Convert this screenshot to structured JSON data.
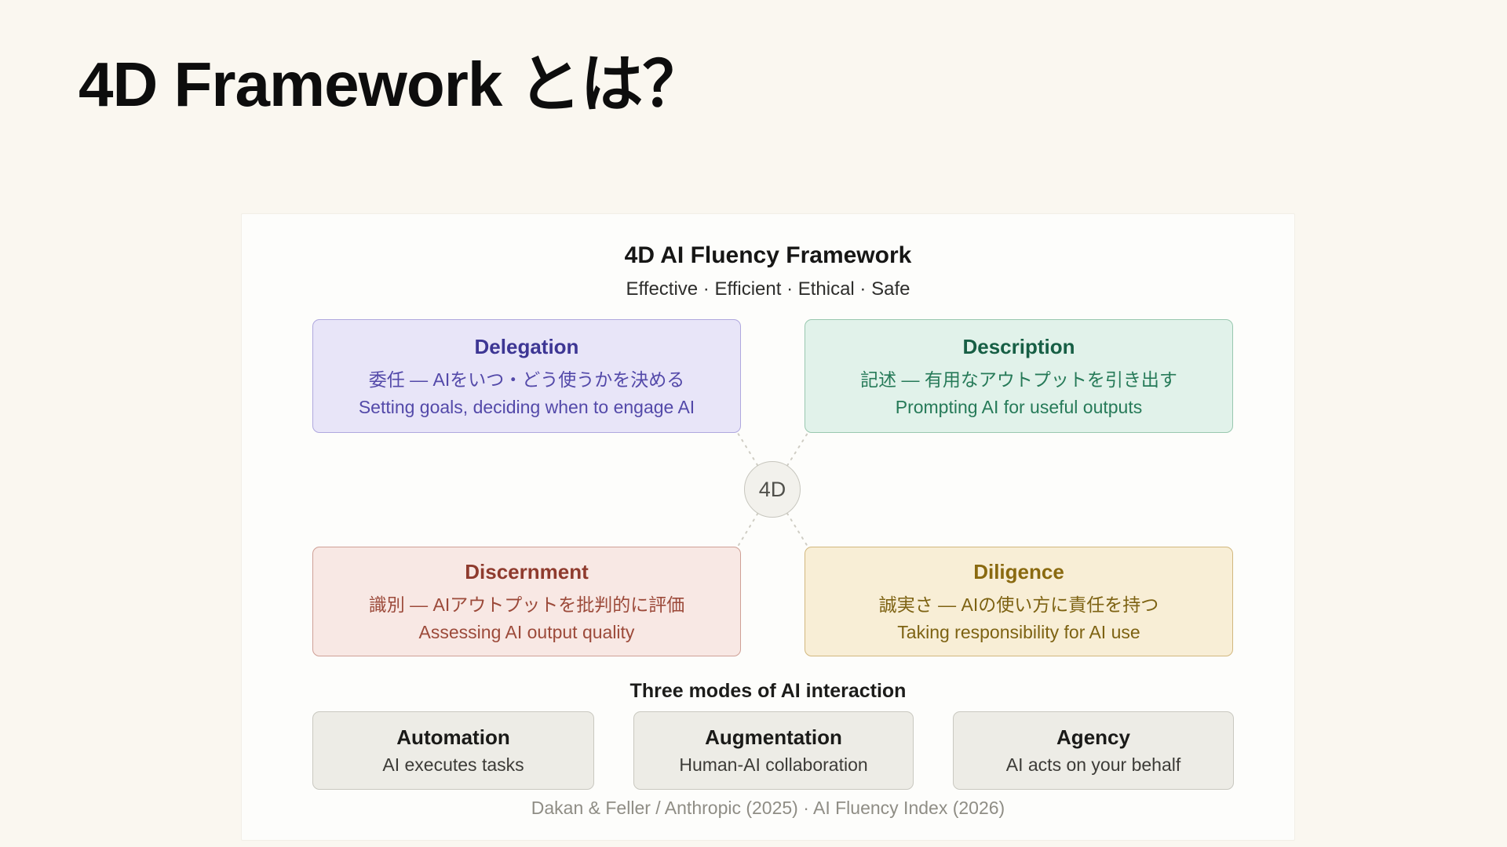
{
  "slide": {
    "title": "4D Framework とは？"
  },
  "framework": {
    "title": "4D AI Fluency Framework",
    "subtitle": "Effective · Efficient · Ethical · Safe",
    "center_badge": "4D",
    "quadrants": [
      {
        "name": "Delegation",
        "jp": "委任 — AIをいつ・どう使うかを決める",
        "en": "Setting goals, deciding when to engage AI"
      },
      {
        "name": "Description",
        "jp": "記述 — 有用なアウトプットを引き出す",
        "en": "Prompting AI for useful outputs"
      },
      {
        "name": "Discernment",
        "jp": "識別 — AIアウトプットを批判的に評価",
        "en": "Assessing AI output quality"
      },
      {
        "name": "Diligence",
        "jp": "誠実さ — AIの使い方に責任を持つ",
        "en": "Taking responsibility for AI use"
      }
    ],
    "modes_heading": "Three modes of AI interaction",
    "modes": [
      {
        "name": "Automation",
        "desc": "AI executes tasks"
      },
      {
        "name": "Augmentation",
        "desc": "Human-AI collaboration"
      },
      {
        "name": "Agency",
        "desc": "AI acts on your behalf"
      }
    ],
    "attribution": "Dakan & Feller / Anthropic (2025) · AI Fluency Index (2026)"
  },
  "colors": {
    "page_background": "#FAF7F0",
    "card_background": "#FDFDFB",
    "delegation": {
      "background": "#E8E5F8",
      "border": "#AFA8DE",
      "text": "#5349A9"
    },
    "description": {
      "background": "#E1F2EA",
      "border": "#99C8AF",
      "text": "#267A58"
    },
    "discernment": {
      "background": "#F8E8E4",
      "border": "#CFA096",
      "text": "#9C4A3A"
    },
    "diligence": {
      "background": "#F8EED6",
      "border": "#D2B87E",
      "text": "#8A6A10"
    },
    "mode_background": "#EDECE6",
    "mode_border": "#C9C8C0"
  }
}
